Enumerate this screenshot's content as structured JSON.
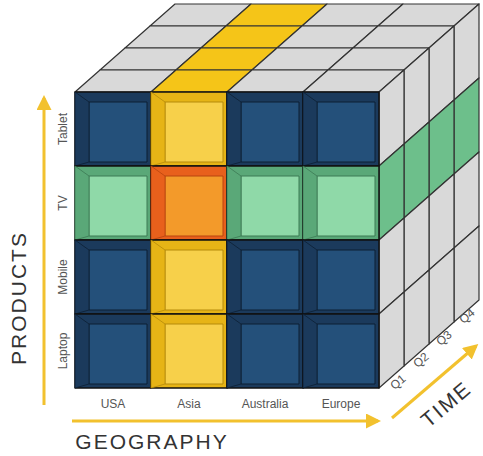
{
  "diagram": {
    "labels": [
      "PRODUCTS",
      "Tablet",
      "TV",
      "Mobile",
      "Laptop",
      "USA",
      "Asia",
      "Australia",
      "Europe",
      "GEOGRAPHY",
      "Q1",
      "Q2",
      "Q3",
      "Q4",
      "TIME"
    ]
  }
}
